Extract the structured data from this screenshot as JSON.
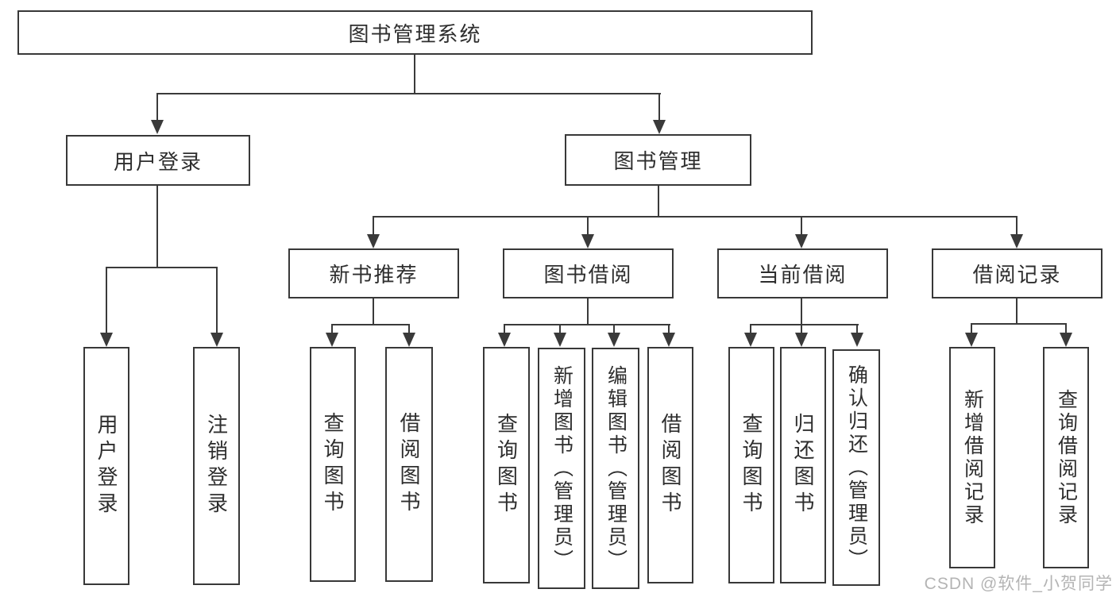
{
  "watermark": "CSDN @软件_小贺同学",
  "colors": {
    "line": "#3a3a3a",
    "border": "#383838",
    "text": "#2e2e2e",
    "background": "#ffffff",
    "watermark": "#b4b4b4"
  },
  "tree": {
    "root": {
      "label": "图书管理系统"
    },
    "branches": [
      {
        "label": "用户登录",
        "children": [
          {
            "label": "用户登录"
          },
          {
            "label": "注销登录"
          }
        ]
      },
      {
        "label": "图书管理",
        "children": [
          {
            "label": "新书推荐",
            "children": [
              {
                "label": "查询图书"
              },
              {
                "label": "借阅图书"
              }
            ]
          },
          {
            "label": "图书借阅",
            "children": [
              {
                "label": "查询图书"
              },
              {
                "label": "新增图书（管理员）"
              },
              {
                "label": "编辑图书（管理员）"
              },
              {
                "label": "借阅图书"
              }
            ]
          },
          {
            "label": "当前借阅",
            "children": [
              {
                "label": "查询图书"
              },
              {
                "label": "归还图书"
              },
              {
                "label": "确认归还（管理员）"
              }
            ]
          },
          {
            "label": "借阅记录",
            "children": [
              {
                "label": "新增借阅记录"
              },
              {
                "label": "查询借阅记录"
              }
            ]
          }
        ]
      }
    ]
  }
}
